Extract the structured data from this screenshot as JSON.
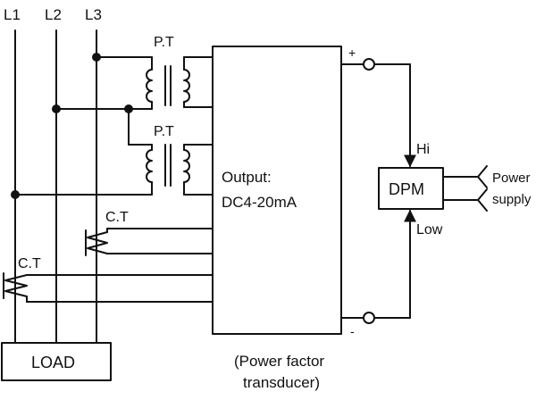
{
  "phases": [
    "L1",
    "L2",
    "L3"
  ],
  "pt_label": "P.T",
  "ct_label": "C.T",
  "transducer": {
    "output_line1": "Output:",
    "output_line2": "DC4-20mA",
    "caption_line1": "(Power factor",
    "caption_line2": "transducer)"
  },
  "terminals": {
    "positive": "+",
    "negative": "-"
  },
  "dpm": {
    "label": "DPM",
    "hi": "Hi",
    "low": "Low"
  },
  "power_supply": {
    "line1": "Power",
    "line2": "supply"
  },
  "load": {
    "label": "LOAD"
  }
}
